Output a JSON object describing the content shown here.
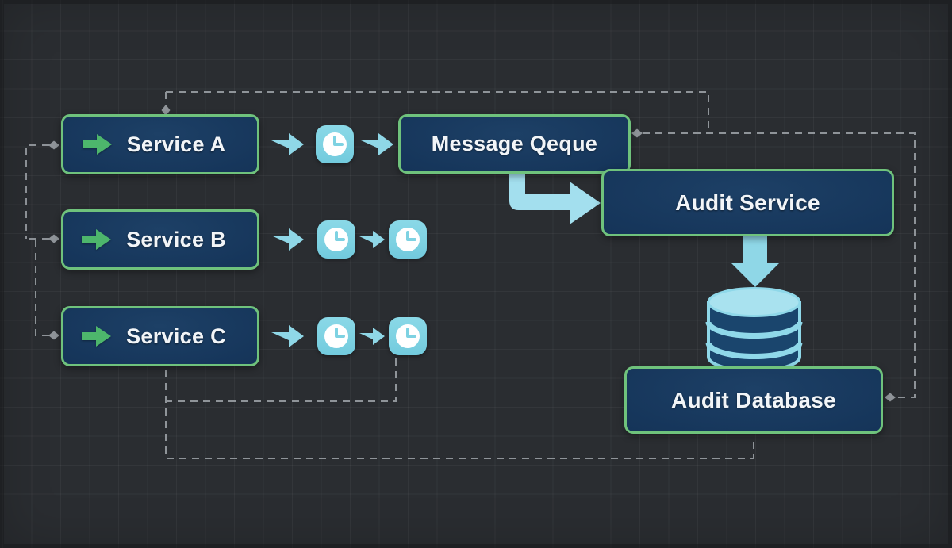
{
  "diagram": {
    "nodes": {
      "service_a": {
        "label": "Service A"
      },
      "service_b": {
        "label": "Service B"
      },
      "service_c": {
        "label": "Service C"
      },
      "message_queue": {
        "label": "Message Qeque"
      },
      "audit_service": {
        "label": "Audit Service"
      },
      "audit_database": {
        "label": "Audit Database"
      }
    },
    "colors": {
      "canvas_bg": "#2a2d31",
      "grid_line": "rgba(255,255,255,0.045)",
      "frame_edge": "rgba(20,22,24,0.55)",
      "node_fill": "#16365b",
      "node_fill_hi": "#1d4066",
      "node_fill_edge": "#102b4c",
      "node_border": "#6fc27c",
      "node_text": "#f2f5f8",
      "service_arrow_green": "#4db66c",
      "flow_cyan": "#8fd7e7",
      "elbow_cyan": "#a3dfee",
      "clock_tile": "#7ed2e2",
      "clock_face": "#ffffff",
      "dashed_gray": "#8f9499",
      "db_top": "#a9e2ef",
      "db_outline": "#8fd8e9",
      "db_body": "#1a456d"
    }
  }
}
